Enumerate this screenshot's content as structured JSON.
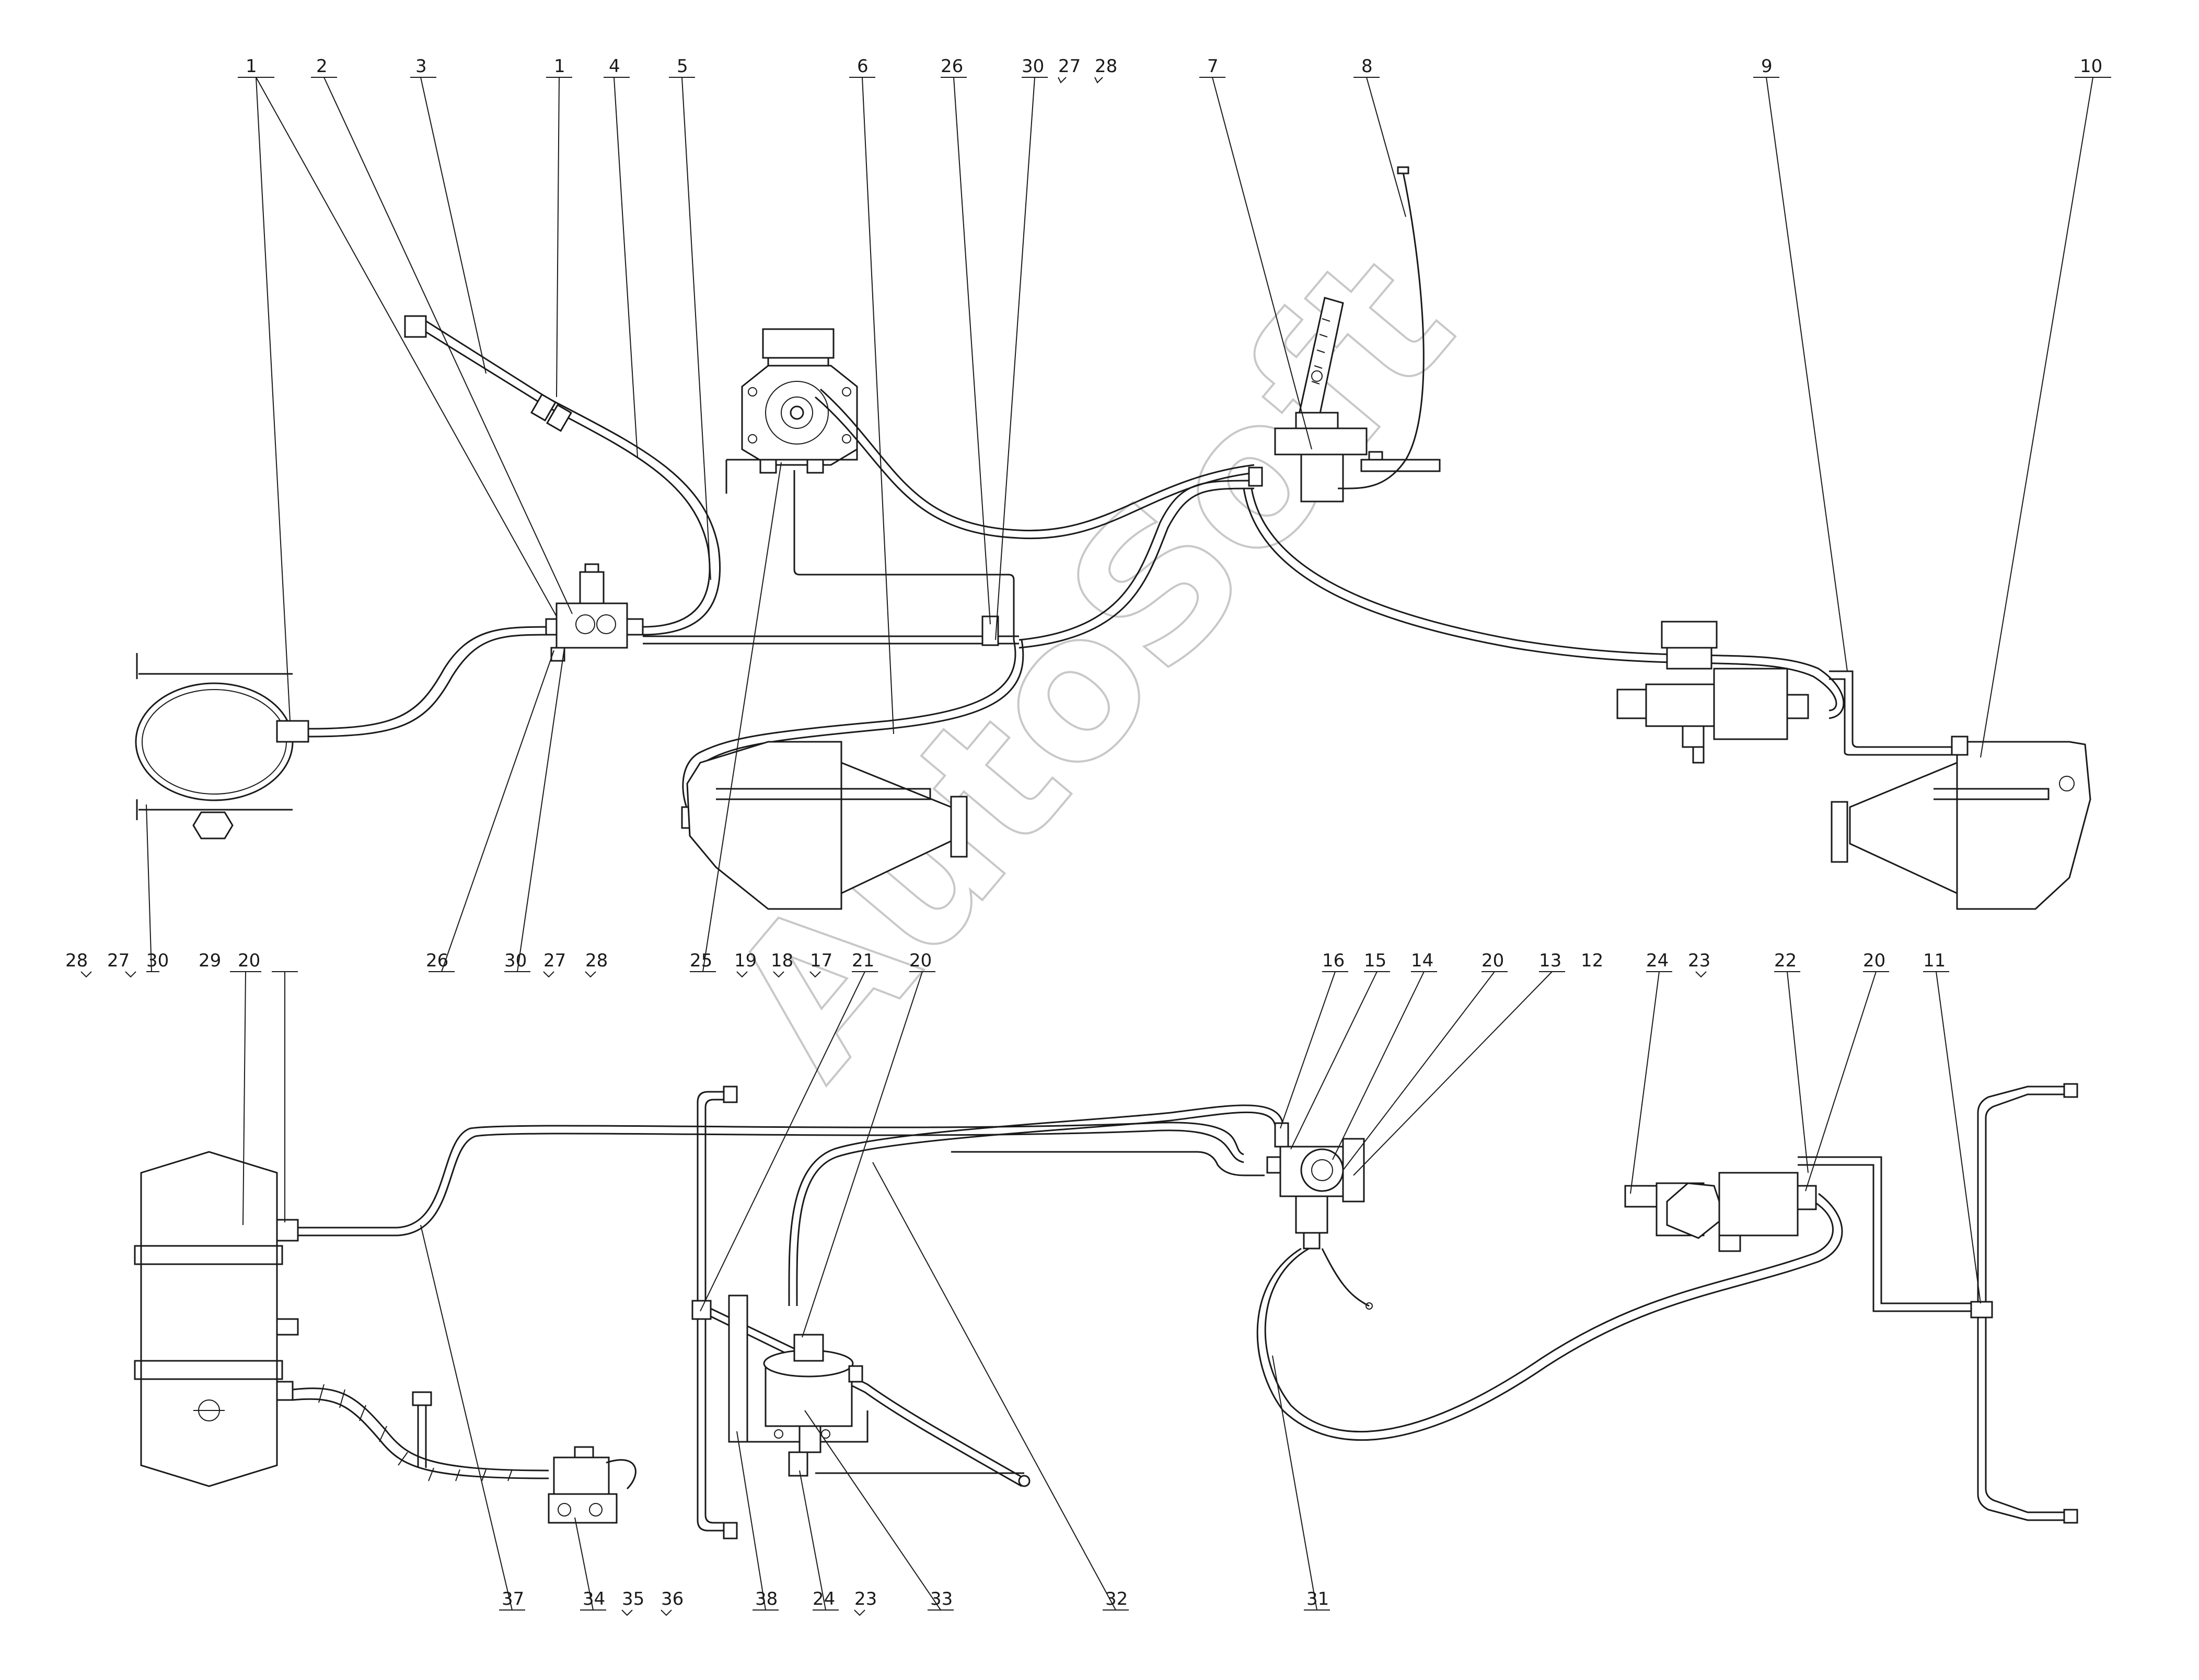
{
  "watermark": "AutoSoft",
  "callouts_top": [
    {
      "id": "c-top-1a",
      "text": "1"
    },
    {
      "id": "c-top-2",
      "text": "2"
    },
    {
      "id": "c-top-3",
      "text": "3"
    },
    {
      "id": "c-top-1b",
      "text": "1"
    },
    {
      "id": "c-top-4",
      "text": "4"
    },
    {
      "id": "c-top-5",
      "text": "5"
    },
    {
      "id": "c-top-6",
      "text": "6"
    },
    {
      "id": "c-top-26",
      "text": "26"
    },
    {
      "id": "c-top-30",
      "text": "30"
    },
    {
      "id": "c-top-27",
      "text": "27"
    },
    {
      "id": "c-top-28",
      "text": "28"
    },
    {
      "id": "c-top-7",
      "text": "7"
    },
    {
      "id": "c-top-8",
      "text": "8"
    },
    {
      "id": "c-top-9",
      "text": "9"
    },
    {
      "id": "c-top-10",
      "text": "10"
    }
  ],
  "callouts_mid": [
    {
      "id": "c-mid-28a",
      "text": "28"
    },
    {
      "id": "c-mid-27a",
      "text": "27"
    },
    {
      "id": "c-mid-30a",
      "text": "30"
    },
    {
      "id": "c-mid-29",
      "text": "29"
    },
    {
      "id": "c-mid-20a",
      "text": "20"
    },
    {
      "id": "c-mid-26",
      "text": "26"
    },
    {
      "id": "c-mid-30b",
      "text": "30"
    },
    {
      "id": "c-mid-27b",
      "text": "27"
    },
    {
      "id": "c-mid-28b",
      "text": "28"
    },
    {
      "id": "c-mid-25",
      "text": "25"
    },
    {
      "id": "c-mid-19",
      "text": "19"
    },
    {
      "id": "c-mid-18",
      "text": "18"
    },
    {
      "id": "c-mid-17",
      "text": "17"
    },
    {
      "id": "c-mid-21",
      "text": "21"
    },
    {
      "id": "c-mid-20b",
      "text": "20"
    },
    {
      "id": "c-mid-16",
      "text": "16"
    },
    {
      "id": "c-mid-15",
      "text": "15"
    },
    {
      "id": "c-mid-14",
      "text": "14"
    },
    {
      "id": "c-mid-20c",
      "text": "20"
    },
    {
      "id": "c-mid-13",
      "text": "13"
    },
    {
      "id": "c-mid-12",
      "text": "12"
    },
    {
      "id": "c-mid-24",
      "text": "24"
    },
    {
      "id": "c-mid-23",
      "text": "23"
    },
    {
      "id": "c-mid-22",
      "text": "22"
    },
    {
      "id": "c-mid-20d",
      "text": "20"
    },
    {
      "id": "c-mid-11",
      "text": "11"
    }
  ],
  "callouts_bottom": [
    {
      "id": "c-bot-37",
      "text": "37"
    },
    {
      "id": "c-bot-34",
      "text": "34"
    },
    {
      "id": "c-bot-35",
      "text": "35"
    },
    {
      "id": "c-bot-36",
      "text": "36"
    },
    {
      "id": "c-bot-38",
      "text": "38"
    },
    {
      "id": "c-bot-24",
      "text": "24"
    },
    {
      "id": "c-bot-23",
      "text": "23"
    },
    {
      "id": "c-bot-33",
      "text": "33"
    },
    {
      "id": "c-bot-32",
      "text": "32"
    },
    {
      "id": "c-bot-31",
      "text": "31"
    }
  ]
}
